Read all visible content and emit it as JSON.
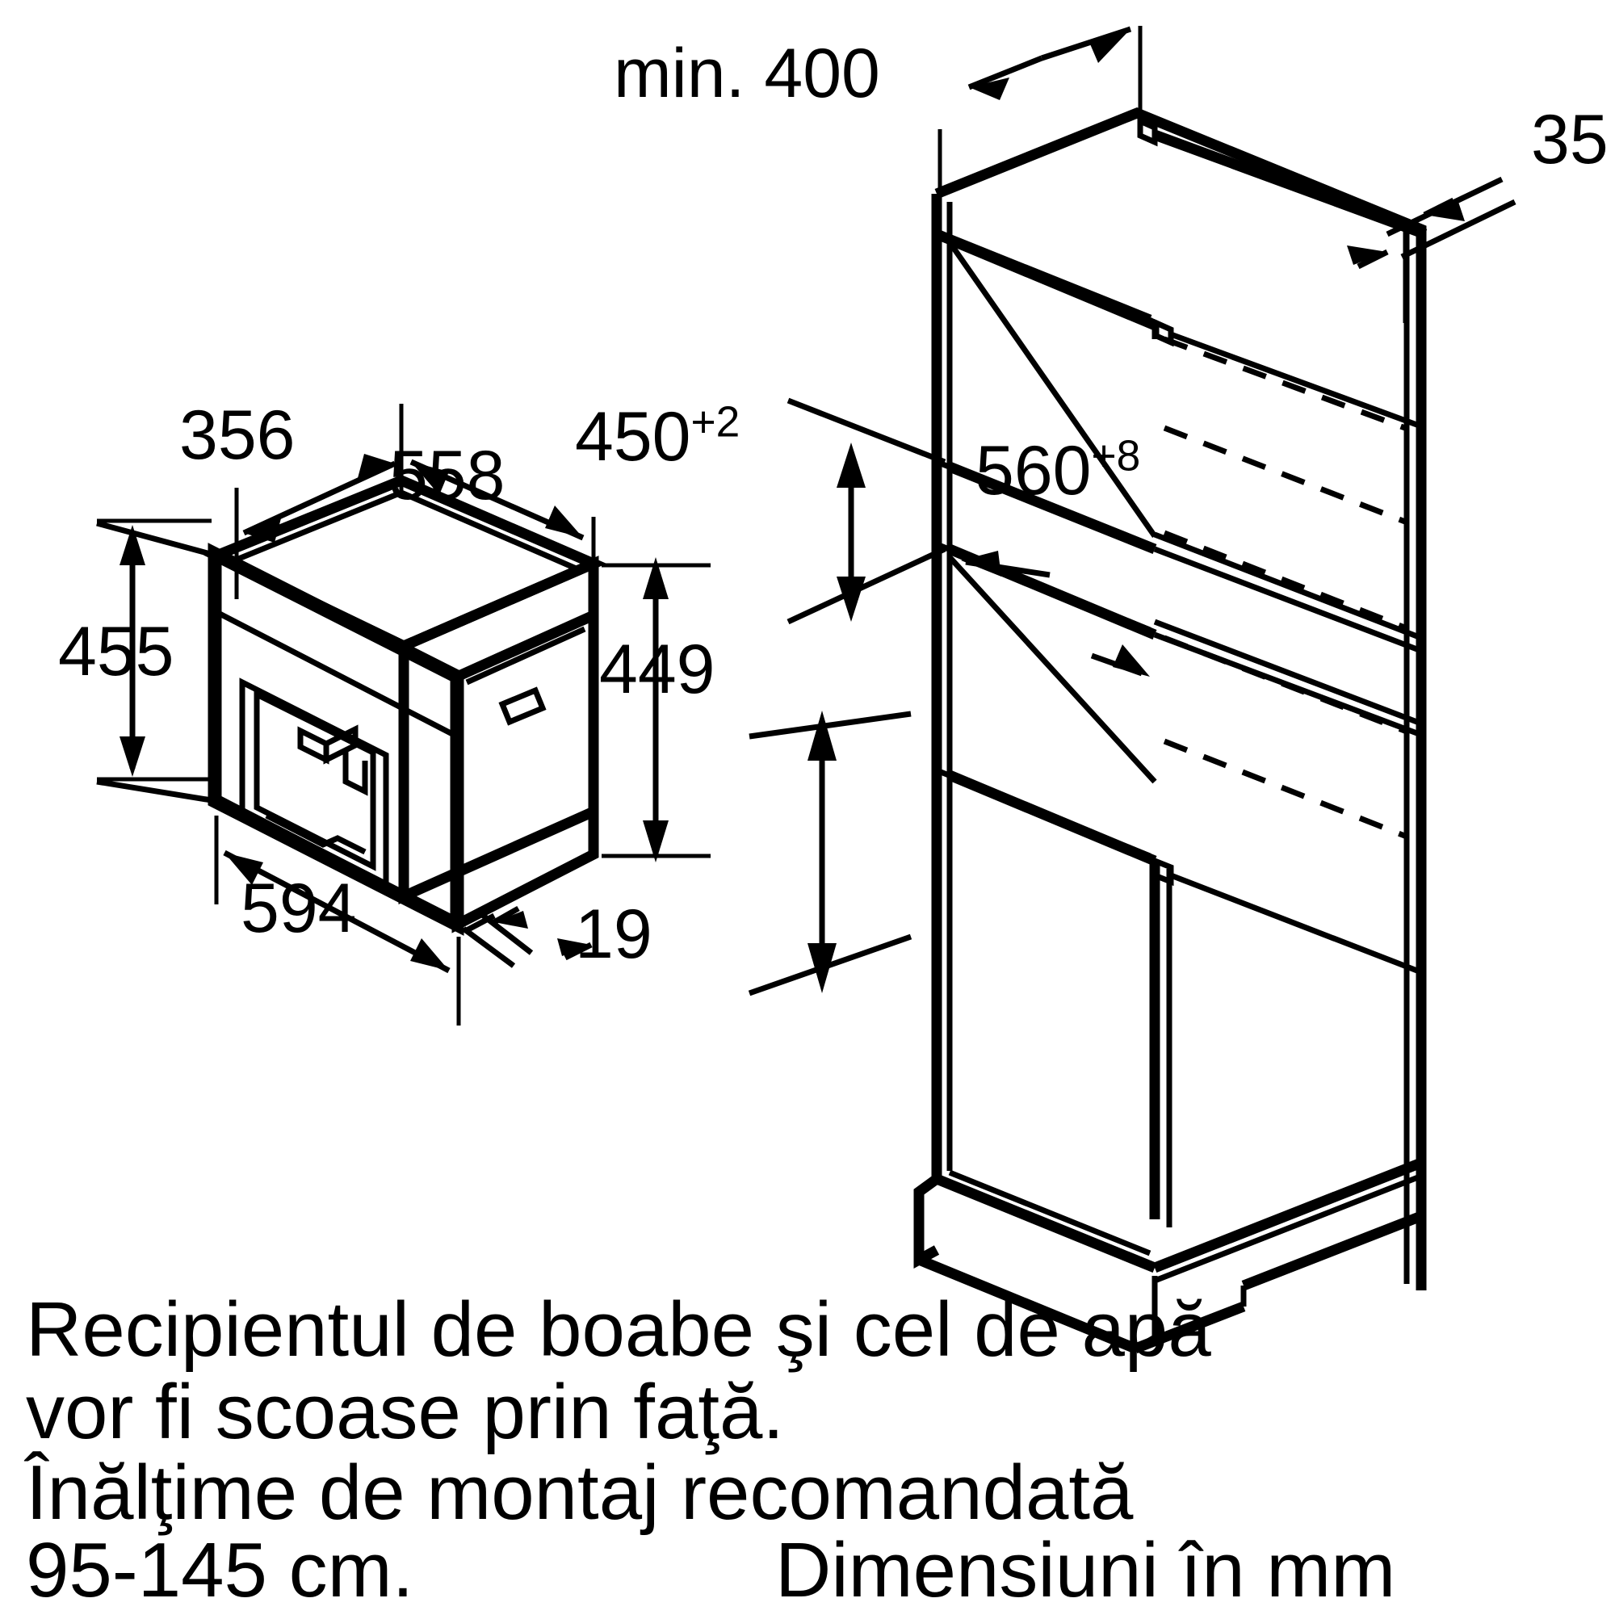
{
  "drawing": {
    "title": "Built-in coffee machine installation dimensions",
    "units_note": "Dimensiuni în mm",
    "line_color": "#000000",
    "background_color": "#ffffff"
  },
  "appliance_dimensions": {
    "depth_top_back": "356",
    "width_top": "558",
    "height_front": "455",
    "width_front": "594",
    "door_protrusion": "19"
  },
  "cabinet_dimensions": {
    "min_depth": "min. 400",
    "front_frame_thickness": "35",
    "niche_height": {
      "value": "450",
      "tolerance": "+2"
    },
    "niche_width": {
      "value": "560",
      "tolerance": "+8"
    },
    "niche_depth": "449"
  },
  "notes": {
    "line1": "Recipientul de boabe şi cel de apă",
    "line2": "vor fi scoase prin faţă.",
    "line3": "Înălţime de montaj recomandată",
    "line4": "95-145 cm.",
    "units": "Dimensiuni în mm"
  }
}
